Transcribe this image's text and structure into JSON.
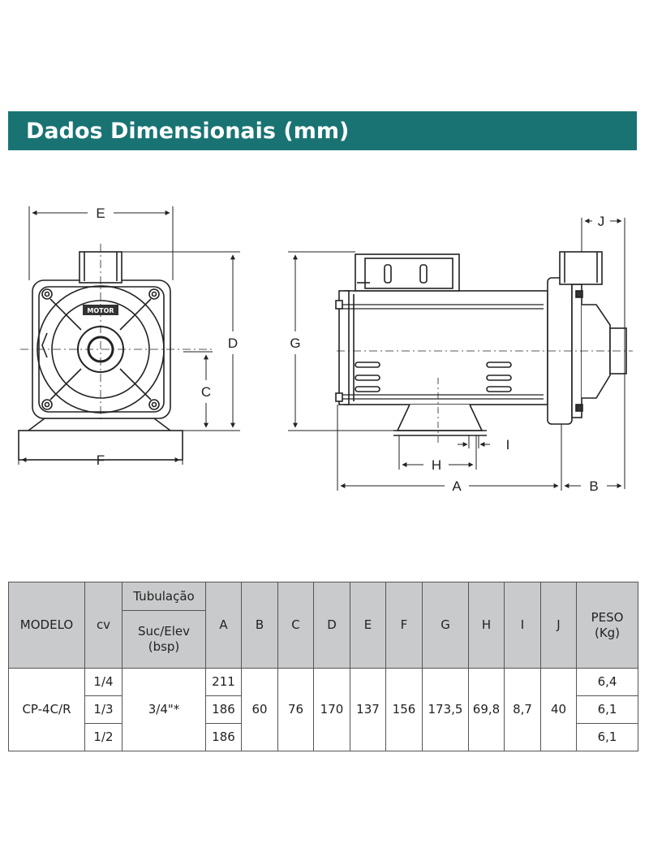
{
  "header": {
    "title": "Dados Dimensionais (mm)"
  },
  "drawing": {
    "labels": {
      "A": "A",
      "B": "B",
      "C": "C",
      "D": "D",
      "E": "E",
      "F": "F",
      "G": "G",
      "H": "H",
      "I": "I",
      "J": "J"
    },
    "logo_text": "MOTOR"
  },
  "table": {
    "headers": {
      "modelo": "MODELO",
      "cv": "cv",
      "tubulacao": "Tubulação",
      "suc_elev": "Suc/Elev",
      "bsp": "(bsp)",
      "A": "A",
      "B": "B",
      "C": "C",
      "D": "D",
      "E": "E",
      "F": "F",
      "G": "G",
      "H": "H",
      "I": "I",
      "J": "J",
      "peso": "PESO",
      "peso_unit": "(Kg)"
    },
    "row": {
      "modelo": "CP-4C/R",
      "cv": [
        "1/4",
        "1/3",
        "1/2"
      ],
      "tubulacao": "3/4\"*",
      "A": [
        "211",
        "186",
        "186"
      ],
      "B": "60",
      "C": "76",
      "D": "170",
      "E": "137",
      "F": "156",
      "G": "173,5",
      "H": "69,8",
      "I": "8,7",
      "J": "40",
      "peso": [
        "6,4",
        "6,1",
        "6,1"
      ]
    }
  },
  "colors": {
    "title_bar": "#197373",
    "table_header": "#c9cacc"
  }
}
